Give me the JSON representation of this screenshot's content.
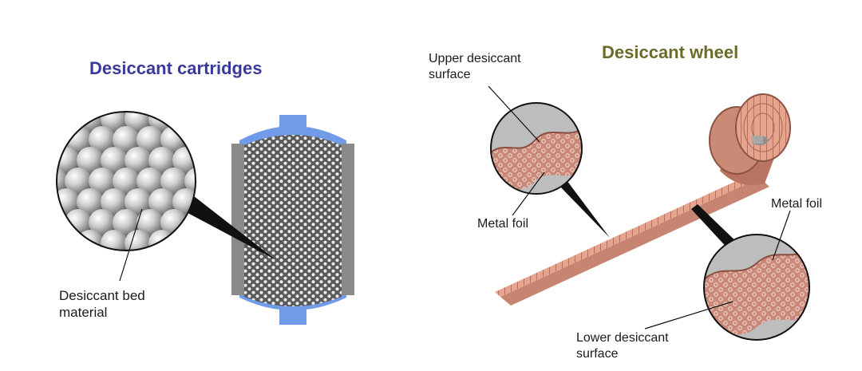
{
  "left": {
    "title": "Desiccant cartridges",
    "label_line1": "Desiccant bed",
    "label_line2": "material"
  },
  "right": {
    "title": "Desiccant wheel",
    "upper_line1": "Upper desiccant",
    "upper_line2": "surface",
    "metal_foil_left": "Metal foil",
    "metal_foil_right": "Metal foil",
    "lower_line1": "Lower desiccant",
    "lower_line2": "surface"
  },
  "colors": {
    "title_left": "#3a3a9a",
    "title_right": "#6b6b2a",
    "cartridge_wall": "#8a8a8a",
    "cartridge_cap": "#6f9be8",
    "foil": "#e0a08a"
  }
}
